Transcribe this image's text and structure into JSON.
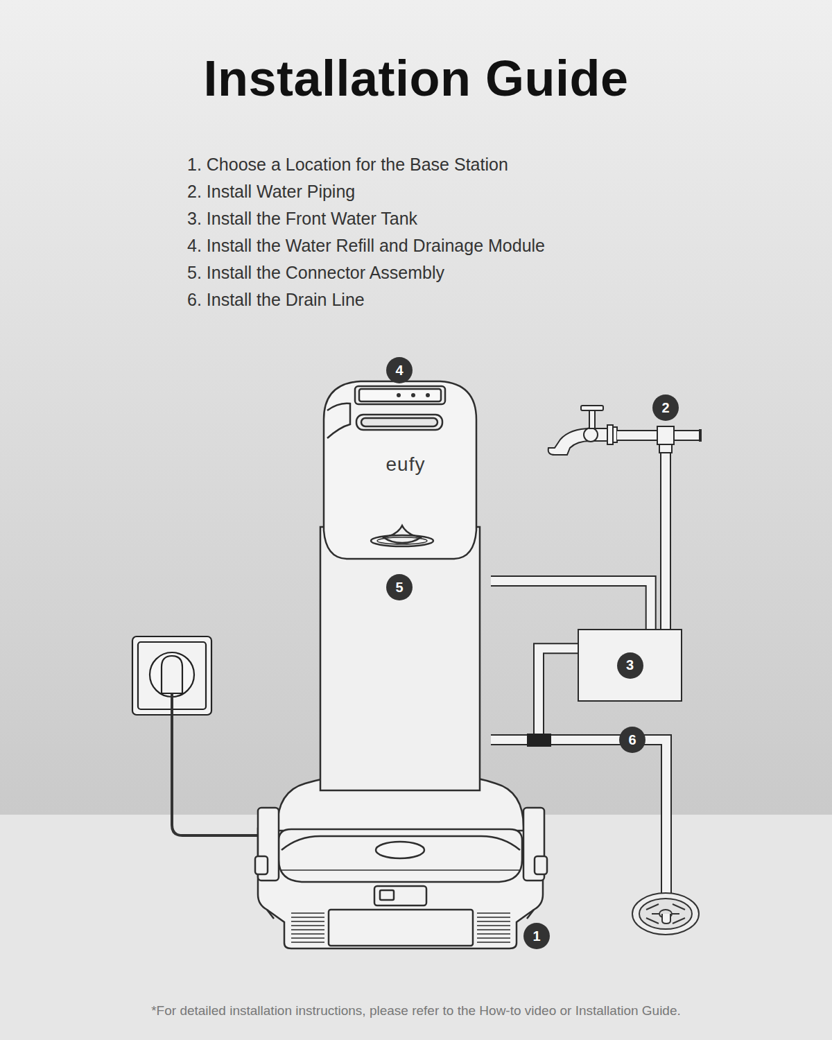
{
  "diagram": {
    "title": "Installation Guide",
    "caption": "*For detailed installation instructions, please refer to the How-to video or Installation Guide.",
    "nodes": [
      {
        "text": [
          "eufy"
        ]
      },
      {
        "text": [
          "3"
        ]
      }
    ],
    "edges": [
      {
        "from": 1,
        "to": 0,
        "arrow": "none"
      },
      {
        "from": 1,
        "to": 0,
        "arrow": "none"
      }
    ],
    "labels": [
      "1. Choose a Location for the Base Station",
      "2. Install Water Piping",
      "3. Install the Front Water Tank",
      "4. Install the Water Refill and Drainage Module",
      "5. Install the Connector Assembly",
      "6. Install the Drain Line",
      "4",
      "2",
      "5",
      "6",
      "1"
    ]
  }
}
